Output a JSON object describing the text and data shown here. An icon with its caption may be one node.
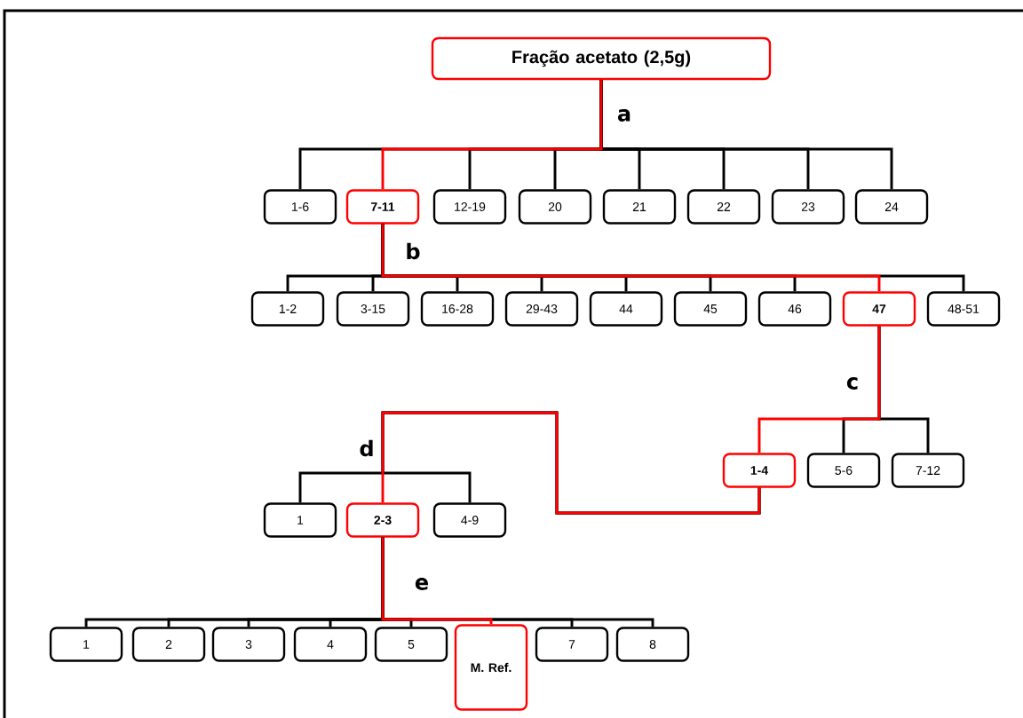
{
  "diagram": {
    "nodes": [
      {
        "text": [
          "Fração acetato (2,5g)"
        ]
      },
      {
        "text": [
          "1-6"
        ]
      },
      {
        "text": [
          "7-11"
        ]
      },
      {
        "text": [
          "12-19"
        ]
      },
      {
        "text": [
          "20"
        ]
      },
      {
        "text": [
          "21"
        ]
      },
      {
        "text": [
          "22"
        ]
      },
      {
        "text": [
          "23"
        ]
      },
      {
        "text": [
          "24"
        ]
      },
      {
        "text": [
          "1-2"
        ]
      },
      {
        "text": [
          "3-15"
        ]
      },
      {
        "text": [
          "16-28"
        ]
      },
      {
        "text": [
          "29-43"
        ]
      },
      {
        "text": [
          "44"
        ]
      },
      {
        "text": [
          "45"
        ]
      },
      {
        "text": [
          "46"
        ]
      },
      {
        "text": [
          "47"
        ]
      },
      {
        "text": [
          "48-51"
        ]
      },
      {
        "text": [
          "1-4"
        ]
      },
      {
        "text": [
          "5-6"
        ]
      },
      {
        "text": [
          "7-12"
        ]
      },
      {
        "text": [
          "1"
        ]
      },
      {
        "text": [
          "2-3"
        ]
      },
      {
        "text": [
          "4-9"
        ]
      },
      {
        "text": [
          "1"
        ]
      },
      {
        "text": [
          "2"
        ]
      },
      {
        "text": [
          "3"
        ]
      },
      {
        "text": [
          "4"
        ]
      },
      {
        "text": [
          "5"
        ]
      },
      {
        "text": [
          "M. Ref."
        ]
      },
      {
        "text": [
          "7"
        ]
      },
      {
        "text": [
          "8"
        ]
      }
    ],
    "edges": [
      {
        "from": 0,
        "to": 1,
        "arrow": "none"
      },
      {
        "from": 0,
        "to": 2,
        "arrow": "none",
        "label": "a",
        "color": "#ff0000"
      },
      {
        "from": 0,
        "to": 3,
        "arrow": "none"
      },
      {
        "from": 0,
        "to": 4,
        "arrow": "none"
      },
      {
        "from": 0,
        "to": 5,
        "arrow": "none"
      },
      {
        "from": 0,
        "to": 6,
        "arrow": "none"
      },
      {
        "from": 0,
        "to": 7,
        "arrow": "none"
      },
      {
        "from": 0,
        "to": 8,
        "arrow": "none"
      },
      {
        "from": 2,
        "to": 9,
        "arrow": "none"
      },
      {
        "from": 2,
        "to": 10,
        "arrow": "none"
      },
      {
        "from": 2,
        "to": 11,
        "arrow": "none"
      },
      {
        "from": 2,
        "to": 12,
        "arrow": "none"
      },
      {
        "from": 2,
        "to": 13,
        "arrow": "none"
      },
      {
        "from": 2,
        "to": 14,
        "arrow": "none"
      },
      {
        "from": 2,
        "to": 15,
        "arrow": "none"
      },
      {
        "from": 2,
        "to": 16,
        "arrow": "none",
        "label": "b",
        "color": "#ff0000"
      },
      {
        "from": 2,
        "to": 17,
        "arrow": "none"
      },
      {
        "from": 16,
        "to": 18,
        "arrow": "none",
        "label": "c",
        "color": "#ff0000"
      },
      {
        "from": 16,
        "to": 19,
        "arrow": "none"
      },
      {
        "from": 16,
        "to": 20,
        "arrow": "none"
      },
      {
        "from": 18,
        "to": 21,
        "arrow": "none"
      },
      {
        "from": 18,
        "to": 22,
        "arrow": "none",
        "label": "d",
        "color": "#ff0000"
      },
      {
        "from": 18,
        "to": 23,
        "arrow": "none"
      },
      {
        "from": 22,
        "to": 24,
        "arrow": "none"
      },
      {
        "from": 22,
        "to": 25,
        "arrow": "none"
      },
      {
        "from": 22,
        "to": 26,
        "arrow": "none"
      },
      {
        "from": 22,
        "to": 27,
        "arrow": "none"
      },
      {
        "from": 22,
        "to": 28,
        "arrow": "none"
      },
      {
        "from": 22,
        "to": 29,
        "arrow": "none",
        "label": "e",
        "color": "#ff0000"
      },
      {
        "from": 22,
        "to": 30,
        "arrow": "none"
      },
      {
        "from": 22,
        "to": 31,
        "arrow": "none"
      }
    ]
  }
}
